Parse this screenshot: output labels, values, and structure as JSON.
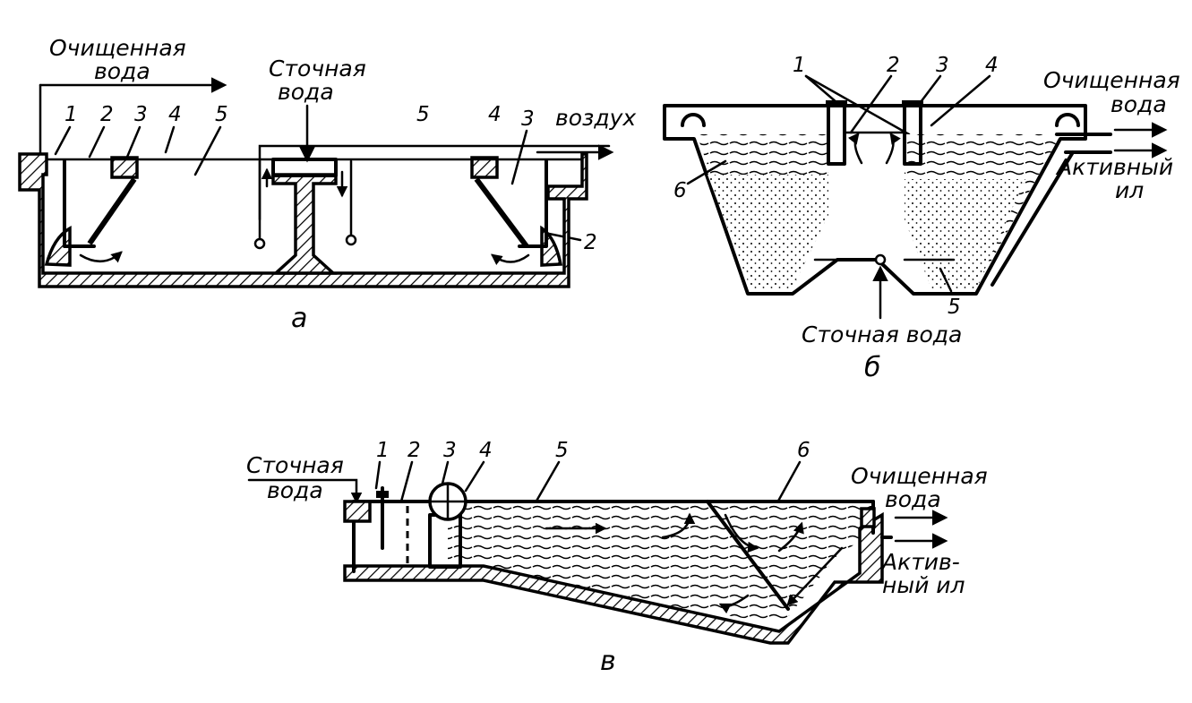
{
  "diagram_a": {
    "caption": "а",
    "treated_water": [
      "Очищенная",
      "вода"
    ],
    "wastewater": [
      "Сточная",
      "вода"
    ],
    "air": "воздух",
    "labels_left": [
      "1",
      "2",
      "3",
      "4",
      "5"
    ],
    "labels_right": [
      "5",
      "4",
      "3"
    ],
    "label_right_wall": "2"
  },
  "diagram_b": {
    "caption": "б",
    "labels_top": [
      "1",
      "2",
      "3",
      "4"
    ],
    "label_left": "6",
    "label_bottom": "5",
    "treated_water": [
      "Очищенная",
      "вода"
    ],
    "active_sludge": [
      "Активный",
      "ил"
    ],
    "wastewater": "Сточная вода"
  },
  "diagram_v": {
    "caption": "в",
    "wastewater": [
      "Сточная",
      "вода"
    ],
    "labels_top": [
      "1",
      "2",
      "3",
      "4",
      "5",
      "6"
    ],
    "treated_water": [
      "Очищенная",
      "вода"
    ],
    "active_sludge": [
      "Актив-",
      "ный ил"
    ]
  }
}
